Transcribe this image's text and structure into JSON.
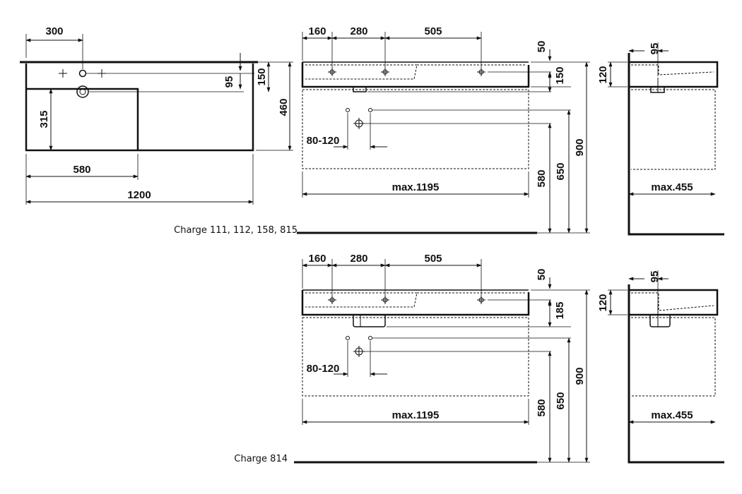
{
  "top_view": {
    "tap_offset": "300",
    "overall_width": "1200",
    "bowl_width": "580",
    "overall_depth": "460",
    "tap_from_back": "150",
    "waste_from_tap": "95",
    "bowl_depth": "315"
  },
  "front_view": {
    "dim_a": "160",
    "dim_b": "280",
    "dim_c": "505",
    "max_width": "max.1195",
    "waste_range": "80-120"
  },
  "side_view": {
    "depth": "120",
    "waste_offset": "95",
    "max_depth": "max.455"
  },
  "variant_1": {
    "caption": "Charge 111, 112, 158, 815",
    "rim_to_top": "50",
    "bowl_height": "150",
    "h_580": "580",
    "h_650": "650",
    "h_900": "900"
  },
  "variant_2": {
    "caption": "Charge 814",
    "rim_to_top": "50",
    "bowl_height": "185",
    "h_580": "580",
    "h_650": "650",
    "h_900": "900"
  }
}
